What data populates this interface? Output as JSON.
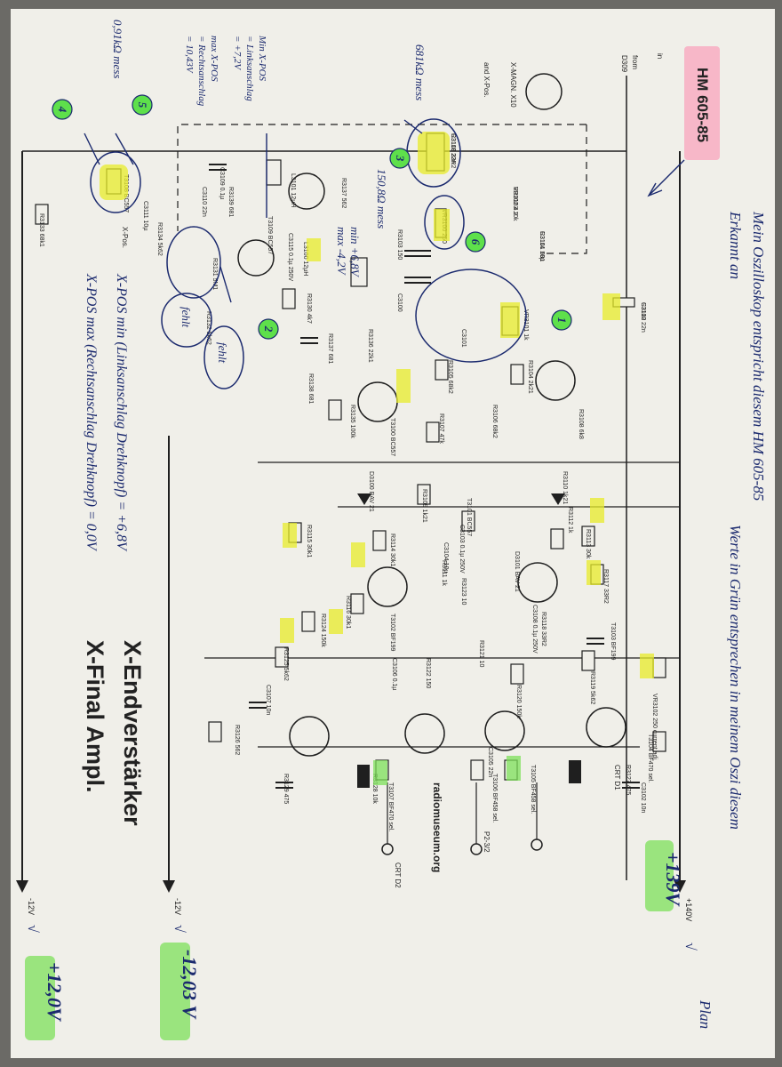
{
  "document": {
    "model_badge": "HM 605-85",
    "title_de": "X-Endverstärker",
    "title_en": "X-Final Ampl.",
    "watermark": "radiomuseum.org"
  },
  "connections": {
    "from_label": "from",
    "from_ref": "D309",
    "in_label": "in",
    "supply_pos": "+140V",
    "supply_neg_top": "-12V",
    "supply_neg_bottom": "-12V",
    "crt_d1": "CRT D1",
    "crt_d2": "CRT D2",
    "p2_label": "P2-3/2",
    "x_magn": "X-MAGN. X10",
    "x_pos_text": "and X-Pos.",
    "x_pos_label": "X-Pos."
  },
  "components": [
    "S3100",
    "R3100 33R2",
    "R3101 681",
    "R3102 4.2",
    "VR3100 250",
    "R3103 150",
    "C3100",
    "C3101",
    "VR3101 1k",
    "R3104 2k21",
    "R3105 68k2",
    "R3106 68k2",
    "R3107 47k",
    "R3108 6k8",
    "T3100 BC557",
    "T3101 BC557",
    "R3109 1k21",
    "R3110 1k21",
    "D3100 BAV 21",
    "D3101 BAV 21",
    "R3111 1k",
    "R3112 1k",
    "R3113 30k",
    "R3114 30k1",
    "R3115 30k1",
    "R3116 30k1",
    "R3117 33R2",
    "R3118 33R2",
    "T3102 BF199",
    "T3103 BF199",
    "C3102 10n",
    "C3103 0.1µ 250V",
    "C3104 10µ",
    "C3105 22n",
    "C3106 0.1µ",
    "C3107 10n",
    "C3108 0.1µ 250V",
    "VR3102 250 current adj.",
    "R3119 5k62",
    "R3120 150k",
    "R3121 10",
    "R3122 150",
    "R3123 10",
    "R3124 150k",
    "R3125 5k62",
    "T3104 BF470 sel.",
    "T3105 BF458 sel.",
    "T3106 BF458 sel.",
    "T3107 BF470 sel.",
    "R3126 562",
    "R3127 475",
    "R3128 10k",
    "R3129 475",
    "R3137 562",
    "L3100 12µH",
    "L3101 12µH",
    "C3115 0.1µ 250V",
    "T3108 BC557",
    "T3109 BC557",
    "R3130 4k7",
    "R3131 5M1",
    "R3132 5k62",
    "R3133 68k1",
    "R3134 5k62",
    "R3135 100k",
    "R3136 22k1",
    "R3137 681",
    "R3138 681",
    "R3139 681",
    "C3109 0.1µ",
    "C3110 22n",
    "C3111 10µ",
    "C3112 22n",
    "C3113 22n",
    "C3114 10µ",
    "VR3103 10k"
  ],
  "annotations": {
    "green_markers": [
      "1",
      "2",
      "3",
      "4",
      "5",
      "6"
    ],
    "note_line1": "Mein Oszilloskop entspricht diesem HM 605-85",
    "note_line2": "Erkannt an",
    "note_line2_tail": "Werte in Grün entsprechen in meinem Oszi diesem",
    "note_line3": "Plan",
    "r_mess_6": "681kΩ mess",
    "r_mess_5": "0,91kΩ mess",
    "r_3_mess": "150,8Ω mess",
    "fehlt_1": "fehlt",
    "fehlt_2": "fehlt",
    "xpos_min_left": "Min X-POS",
    "xpos_min_left2": "= Linksanschlag",
    "xpos_min_left3": "= +7,2V",
    "xpos_max_right": "max X-POS",
    "xpos_max_right2": "= Rechtsanschlag",
    "xpos_max_right3": "= 10,43V",
    "min_max_label": "min +6,8V",
    "min_max_label2": "max -4,2V",
    "xpos_min_rot": "X-POS min (Linksanschlag Drehknopf) = +6,8V",
    "xpos_max_rot": "X-POS max (Rechtsanschlag Drehknopf) = 0,0V",
    "meas_pos": "+139V",
    "meas_neg_top": "-12,03 V",
    "meas_neg_bottom": "+12,0V",
    "check_marks": [
      "√",
      "√",
      "√"
    ]
  },
  "colors": {
    "paper": "#f0efe9",
    "line": "#1f1f1f",
    "highlight_yellow": "#f2f24a",
    "highlight_green": "#7ee05a",
    "highlight_pink": "#f7b7c8",
    "ink_blue": "#1b2a6e",
    "marker_green": "#5ee04b"
  }
}
